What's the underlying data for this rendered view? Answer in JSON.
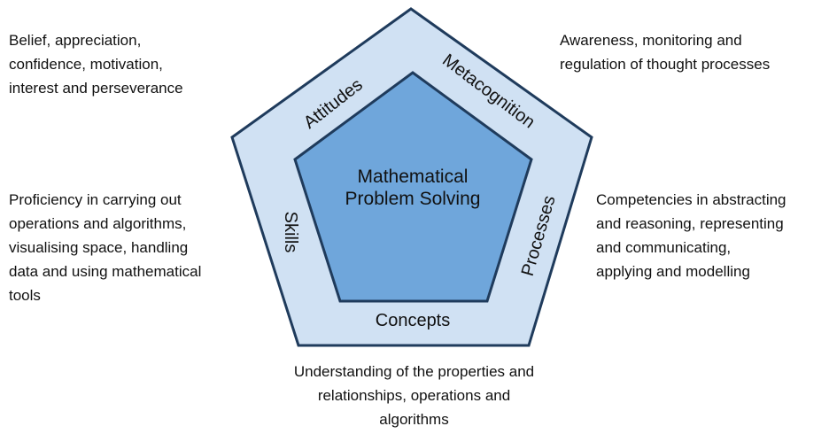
{
  "diagram": {
    "center": {
      "lines": [
        "Mathematical",
        "Problem Solving"
      ]
    },
    "components": {
      "attitudes": "Attitudes",
      "metacognition": "Metacognition",
      "skills": "Skills",
      "processes": "Processes",
      "concepts": "Concepts"
    },
    "descriptions": {
      "attitudes": [
        "Belief, appreciation,",
        "confidence, motivation,",
        "interest and perseverance"
      ],
      "metacognition": [
        "Awareness, monitoring and",
        "regulation of thought processes"
      ],
      "skills": [
        "Proficiency in carrying out",
        "operations and algorithms,",
        "visualising space, handling",
        "data and using mathematical",
        "tools"
      ],
      "processes": [
        "Competencies in abstracting",
        "and reasoning, representing",
        "and communicating,",
        "applying and modelling"
      ],
      "concepts": [
        "Understanding of the properties and",
        "relationships, operations and",
        "algorithms"
      ]
    },
    "colors": {
      "outer_fill": "#d0e1f3",
      "inner_fill": "#6fa6db",
      "stroke": "#1f3b5c"
    }
  }
}
